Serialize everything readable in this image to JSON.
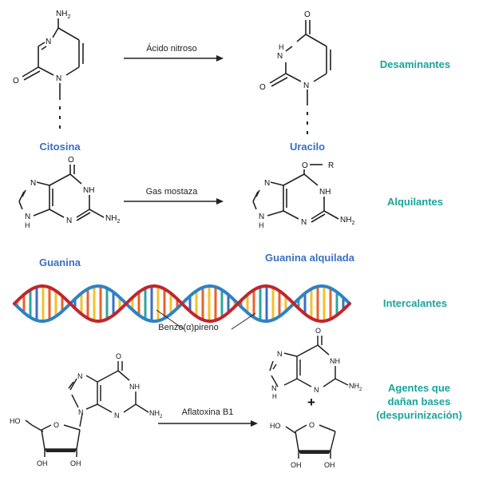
{
  "rows": [
    {
      "reactant": "Citosina",
      "product": "Uracilo",
      "reagent": "Ácido nitroso",
      "category": "Desaminantes"
    },
    {
      "reactant": "Guanina",
      "product": "Guanina alquilada",
      "reagent": "Gas mostaza",
      "category": "Alquilantes"
    },
    {
      "reagent": "Benzo(α)pireno",
      "category": "Intercalantes"
    },
    {
      "reagent": "Aflatoxina B1",
      "category": "Agentes que dañan bases (despurinización)",
      "category_lines": [
        "Agentes que",
        "dañan bases",
        "(despurinización)"
      ],
      "plus": "+"
    }
  ],
  "atoms": {
    "N": "N",
    "H": "H",
    "O": "O",
    "NH": "NH",
    "NH2": "NH",
    "sub2": "2",
    "R": "R",
    "OH": "OH",
    "HO": "HO"
  },
  "colors": {
    "name": "#3b6fc4",
    "category": "#1aa39a",
    "strand_red": "#c0262d",
    "strand_blue": "#2e82c4",
    "rung_yellow": "#f2c12e",
    "rung_orange": "#e8622a",
    "rung_teal": "#2aa5a0",
    "rung_blue": "#3b6fc4"
  }
}
